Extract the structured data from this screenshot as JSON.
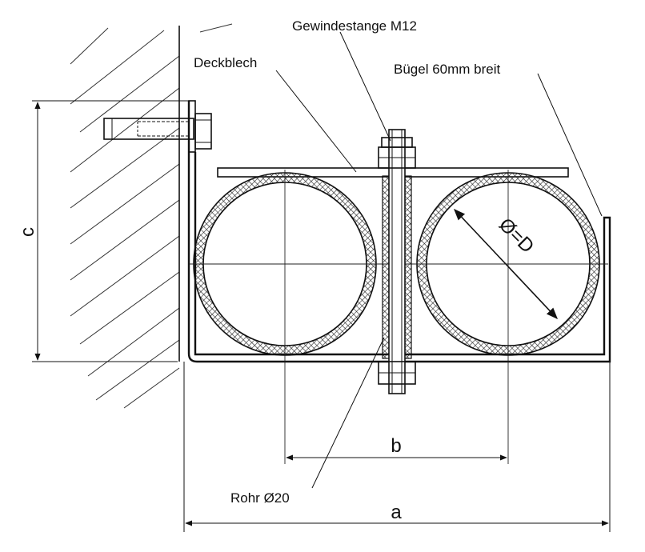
{
  "labels": {
    "threaded_rod": "Gewindestange M12",
    "cover_plate": "Deckblech",
    "bracket": "Bügel 60mm breit",
    "pipe": "Rohr Ø20",
    "diameter": "Ø=D",
    "dim_a": "a",
    "dim_b": "b",
    "dim_c": "c"
  }
}
